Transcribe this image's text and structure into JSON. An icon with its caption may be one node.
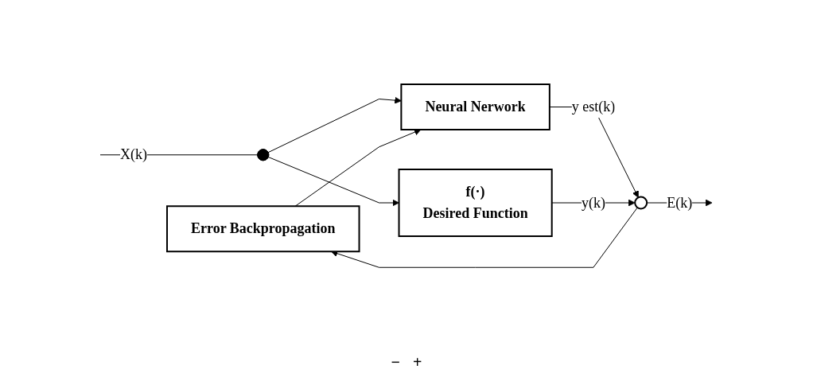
{
  "diagram": {
    "nodes": [
      {
        "text": [
          "Error Backpropagation"
        ]
      },
      {
        "text": [
          "Neural Nerwork"
        ]
      },
      {
        "text": [],
        "shape": "circle",
        "beside": [
          "−",
          "+"
        ]
      },
      {
        "text": [
          "f(·)",
          "Desired Function"
        ]
      },
      {
        "text": [],
        "shape": "dot"
      }
    ],
    "edges": [
      {
        "from": null,
        "to": 4,
        "arrow": "none",
        "label": "X(k)"
      },
      {
        "from": 4,
        "to": 1,
        "arrow": "to"
      },
      {
        "from": 4,
        "to": 3,
        "arrow": "to"
      },
      {
        "from": 1,
        "to": 2,
        "arrow": "to",
        "label": "y est(k)"
      },
      {
        "from": 3,
        "to": 2,
        "arrow": "to",
        "label": "y(k)"
      },
      {
        "from": 2,
        "to": null,
        "arrow": "to",
        "label": "E(k)"
      },
      {
        "from": 2,
        "to": 0,
        "arrow": "to"
      },
      {
        "from": 0,
        "to": 1,
        "arrow": "to"
      }
    ]
  }
}
